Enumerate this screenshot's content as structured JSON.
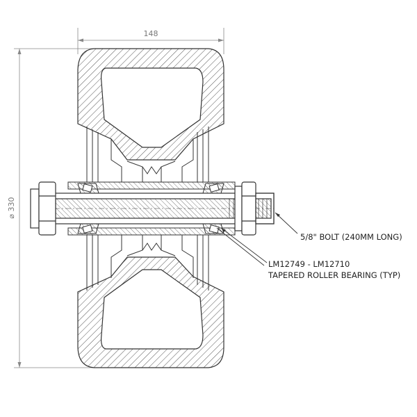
{
  "dimensions": {
    "width_label": "148",
    "diameter_label": "⌀ 330"
  },
  "callouts": {
    "bolt": "5/8\" BOLT (240MM LONG)",
    "bearing_line1": "LM12749 - LM12710",
    "bearing_line2": "TAPERED ROLLER BEARING (TYP)"
  },
  "colors": {
    "line": "#333333",
    "dimension": "#888888",
    "hatch": "#555555"
  }
}
